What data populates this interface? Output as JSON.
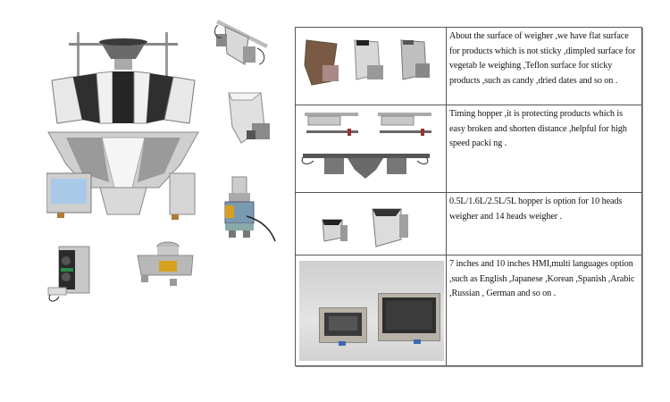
{
  "left_gallery": {
    "main_image": "multihead-weigher-14-heads",
    "thumbnails": [
      "hopper-with-bracket-assembly",
      "single-hopper",
      "load-cell-module",
      "control-board-module",
      "load-cell-base-assembly"
    ]
  },
  "spec_table": {
    "rows": [
      {
        "images": [
          "dimpled-brown-hopper",
          "flat-steel-hopper",
          "teflon-hopper"
        ],
        "text": "About the surface of weigher ,we have flat surface for products which is not sticky ,dimpled surface for vegetab le weighing ,Teflon surface for sticky products ,such as candy ,dried dates and so on ."
      },
      {
        "images": [
          "timing-hopper-small-1",
          "timing-hopper-small-2",
          "timing-hopper-assembly"
        ],
        "text": "Timing hopper ,it is protecting products which is easy broken and shorten distance ,helpful for high speed packi ng ."
      },
      {
        "images": [
          "small-hopper-0.5L",
          "large-hopper-5L"
        ],
        "text": "0.5L/1.6L/2.5L/5L hopper is option for 10 heads weigher and 14 heads weigher ."
      },
      {
        "images": [
          "hmi-7-inch",
          "hmi-10-inch"
        ],
        "text": "7 inches and 10 inches HMI,multi languages option ,such as English ,Japanese ,Korean ,Spanish ,Arabic ,Russian , German and so on ."
      }
    ]
  },
  "colors": {
    "border": "#555555",
    "text": "#111111",
    "steel": "#c9c9c9"
  }
}
